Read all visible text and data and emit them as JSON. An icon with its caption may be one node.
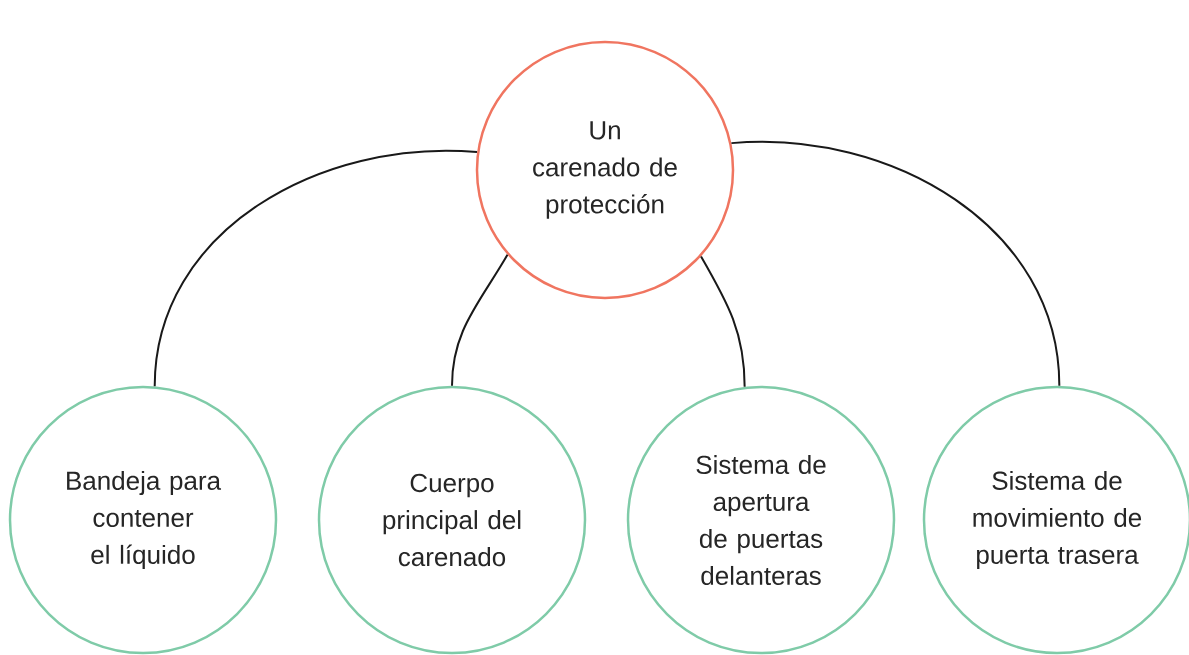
{
  "diagram": {
    "nodes": [
      {
        "text": [
          "Un carenado de protección"
        ]
      },
      {
        "text": [
          "Bandeja para contener el líquido"
        ]
      },
      {
        "text": [
          "Cuerpo principal del carenado"
        ]
      },
      {
        "text": [
          "Sistema de apertura de puertas delanteras"
        ]
      },
      {
        "text": [
          "Sistema de movimiento de puerta trasera"
        ]
      }
    ],
    "edges": [
      {
        "from": 0,
        "to": 1,
        "arrow": "none"
      },
      {
        "from": 0,
        "to": 2,
        "arrow": "none"
      },
      {
        "from": 0,
        "to": 3,
        "arrow": "none"
      },
      {
        "from": 0,
        "to": 4,
        "arrow": "none"
      }
    ]
  }
}
